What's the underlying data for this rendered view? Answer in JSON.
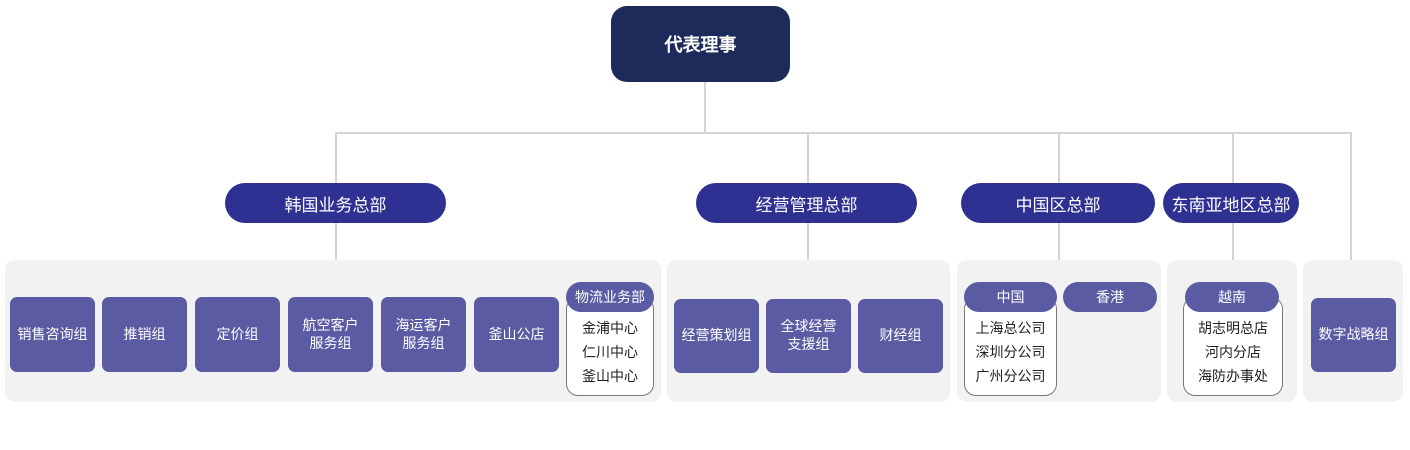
{
  "root": {
    "label": "代表理事"
  },
  "divisions": [
    {
      "label": "韩国业务总部",
      "units": [
        "销售咨询组",
        "推销组",
        "定价组",
        "航空客户\n服务组",
        "海运客户\n服务组",
        "釜山公店"
      ],
      "sub": {
        "label": "物流业务部",
        "items": [
          "金浦中心",
          "仁川中心",
          "釜山中心"
        ]
      }
    },
    {
      "label": "经营管理总部",
      "units": [
        "经营策划组",
        "全球经营\n支援组",
        "财经组"
      ]
    },
    {
      "label": "中国区总部",
      "subs": [
        {
          "label": "中国",
          "items": [
            "上海总公司",
            "深圳分公司",
            "广州分公司"
          ]
        },
        {
          "label": "香港",
          "items": []
        }
      ]
    },
    {
      "label": "东南亚地区总部",
      "subs": [
        {
          "label": "越南",
          "items": [
            "胡志明总店",
            "河内分店",
            "海防办事处"
          ]
        }
      ]
    }
  ],
  "standalone": [
    {
      "label": "数字战略组"
    }
  ],
  "colors": {
    "root": "#1c2b59",
    "division": "#2e3192",
    "unit": "#5a5ba3",
    "panel": "#f2f2f2",
    "connector": "#d4d4d4"
  }
}
